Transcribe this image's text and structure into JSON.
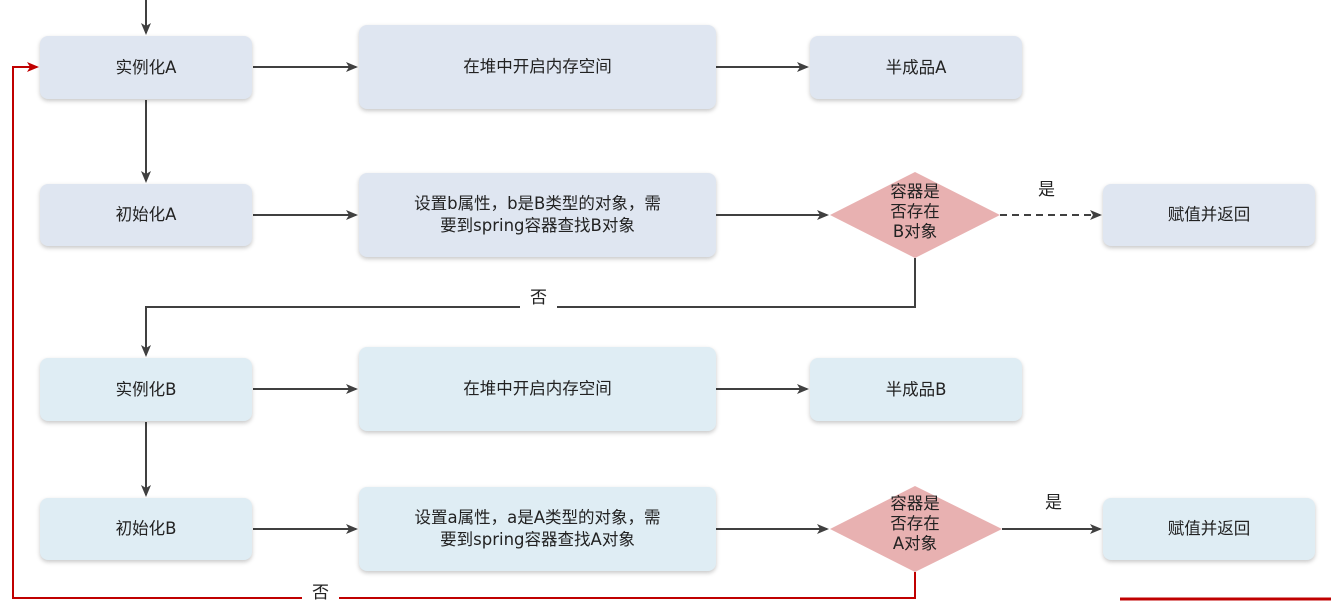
{
  "colors": {
    "box_a": "#dfe6f1",
    "box_b": "#dfedf4",
    "diamond": "#e8b1b1",
    "arrow": "#404040",
    "loop": "#c00000"
  },
  "row1": {
    "instantiate": "实例化A",
    "heap": "在堆中开启内存空间",
    "half": "半成品A"
  },
  "row2": {
    "init": "初始化A",
    "set_line1": "设置b属性，b是B类型的对象，需",
    "set_line2": "要到spring容器查找B对象",
    "decision_line1": "容器是",
    "decision_line2": "否存在",
    "decision_line3": "B对象",
    "yes": "是",
    "result": "赋值并返回",
    "no": "否"
  },
  "row3": {
    "instantiate": "实例化B",
    "heap": "在堆中开启内存空间",
    "half": "半成品B"
  },
  "row4": {
    "init": "初始化B",
    "set_line1": "设置a属性，a是A类型的对象，需",
    "set_line2": "要到spring容器查找A对象",
    "decision_line1": "容器是",
    "decision_line2": "否存在",
    "decision_line3": "A对象",
    "yes": "是",
    "result": "赋值并返回",
    "no": "否"
  }
}
